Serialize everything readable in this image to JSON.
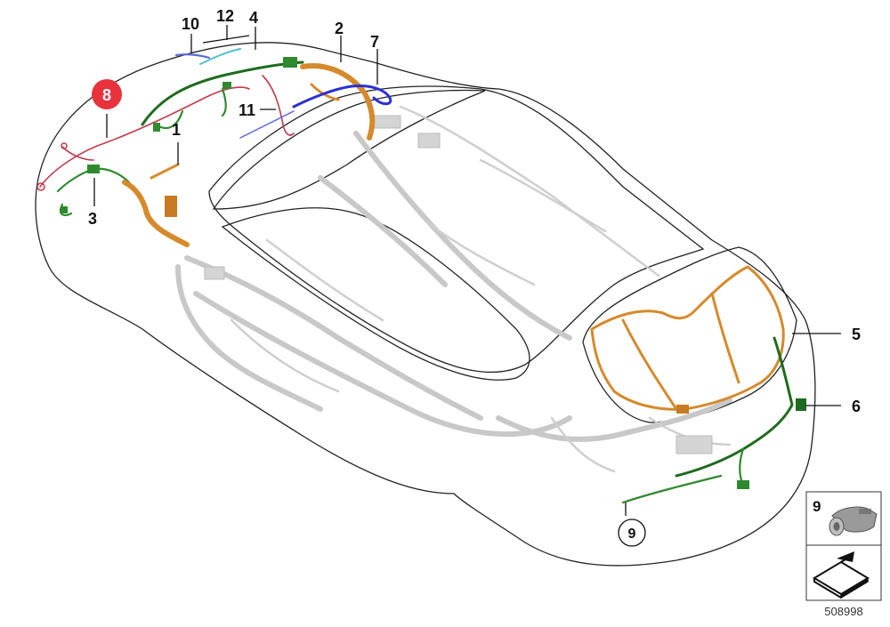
{
  "diagram": {
    "callouts": [
      {
        "id": "c1",
        "label": "1"
      },
      {
        "id": "c2",
        "label": "2"
      },
      {
        "id": "c3",
        "label": "3"
      },
      {
        "id": "c4",
        "label": "4"
      },
      {
        "id": "c5",
        "label": "5"
      },
      {
        "id": "c6",
        "label": "6"
      },
      {
        "id": "c7",
        "label": "7"
      },
      {
        "id": "c8",
        "label": "8"
      },
      {
        "id": "c9",
        "label": "9"
      },
      {
        "id": "c10",
        "label": "10"
      },
      {
        "id": "c11",
        "label": "11"
      },
      {
        "id": "c12",
        "label": "12"
      }
    ],
    "highlighted_callout": "8",
    "highlight_color": "#e8333c",
    "inset_part_label": "9",
    "diagram_number": "508998",
    "wire_colors": {
      "orange": "#d58a2c",
      "green": "#2f8a2f",
      "red": "#c23a4a",
      "blue": "#2a2fd6",
      "cyan": "#4fc0c8",
      "ghost": "#c8c8c8"
    }
  }
}
